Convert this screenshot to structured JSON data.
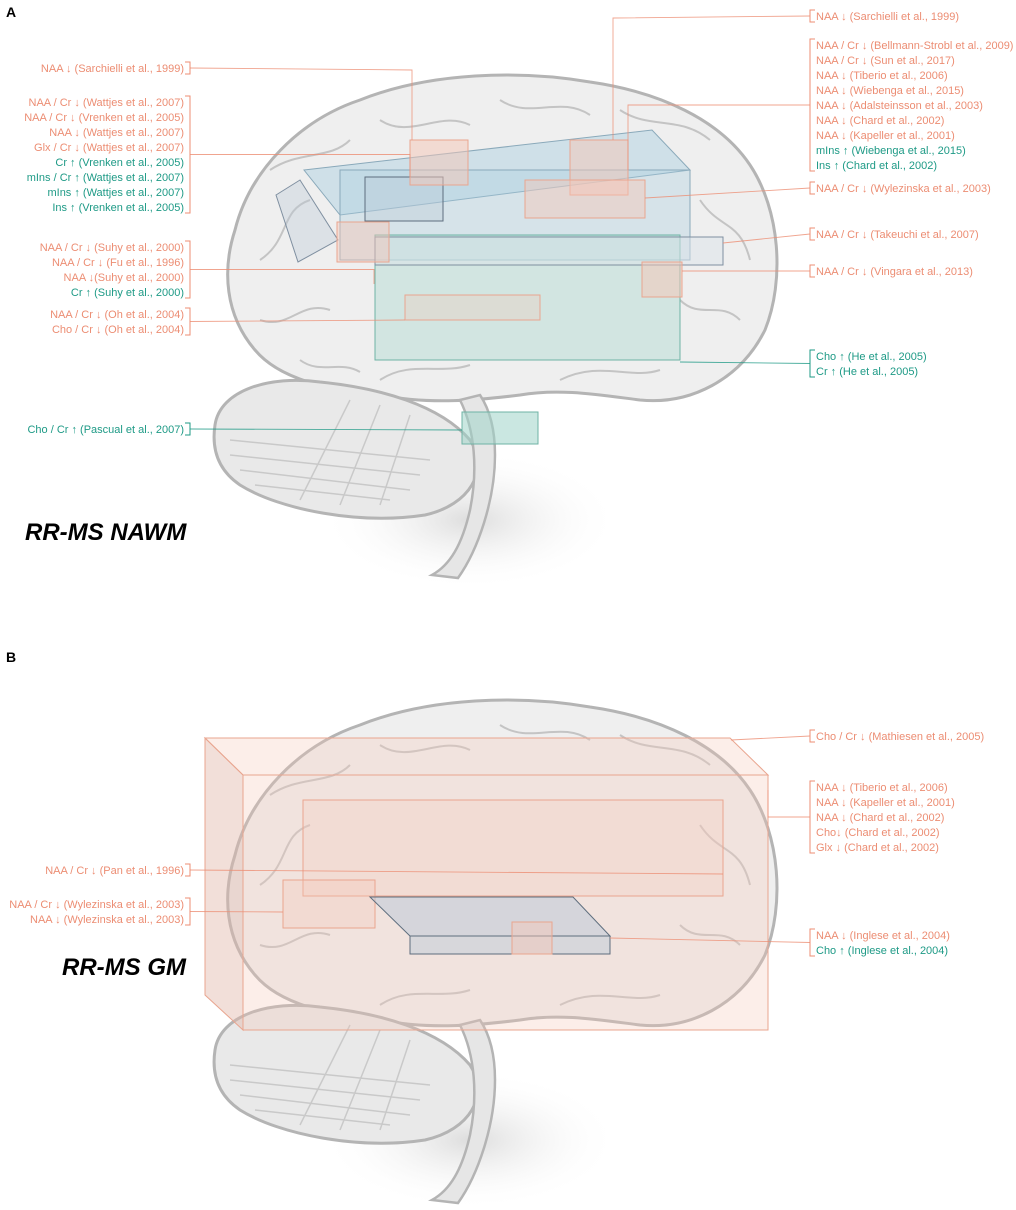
{
  "colors": {
    "decrease": "#EC8D73",
    "increase": "#1E9A86",
    "brain_outline": "#b4b4b4",
    "brain_fill": "#efefef",
    "box_blue": "#a9cfe0",
    "box_teal": "#9fd3c8",
    "box_salmon": "#f6c6b6",
    "box_grey": "#b9c8d8"
  },
  "panels": [
    {
      "letter": "A",
      "caption": "RR-MS NAWM",
      "left_groups": [
        {
          "labels": [
            {
              "text": "NAA ↓ (Sarchielli et al., 1999)",
              "tone": "decrease"
            }
          ]
        },
        {
          "labels": [
            {
              "text": "NAA / Cr ↓ (Wattjes et al., 2007)",
              "tone": "decrease"
            },
            {
              "text": "NAA / Cr ↓ (Vrenken et al., 2005)",
              "tone": "decrease"
            },
            {
              "text": "NAA ↓ (Wattjes et al., 2007)",
              "tone": "decrease"
            },
            {
              "text": "Glx / Cr ↓ (Wattjes et al., 2007)",
              "tone": "decrease"
            },
            {
              "text": "Cr ↑ (Vrenken et al., 2005)",
              "tone": "increase"
            },
            {
              "text": "mIns / Cr ↑ (Wattjes et al., 2007)",
              "tone": "increase"
            },
            {
              "text": "mIns ↑ (Wattjes et al., 2007)",
              "tone": "increase"
            },
            {
              "text": "Ins ↑ (Vrenken et al., 2005)",
              "tone": "increase"
            }
          ]
        },
        {
          "labels": [
            {
              "text": "NAA / Cr ↓ (Suhy et al., 2000)",
              "tone": "decrease"
            },
            {
              "text": "NAA / Cr ↓ (Fu et al., 1996)",
              "tone": "decrease"
            },
            {
              "text": "NAA ↓(Suhy et al., 2000)",
              "tone": "decrease"
            },
            {
              "text": "Cr ↑ (Suhy et al., 2000)",
              "tone": "increase"
            }
          ]
        },
        {
          "labels": [
            {
              "text": "NAA / Cr ↓ (Oh et al., 2004)",
              "tone": "decrease"
            },
            {
              "text": "Cho / Cr ↓ (Oh et al., 2004)",
              "tone": "decrease"
            }
          ]
        },
        {
          "labels": [
            {
              "text": "Cho / Cr ↑ (Pascual et al., 2007)",
              "tone": "increase"
            }
          ]
        }
      ],
      "right_groups": [
        {
          "labels": [
            {
              "text": "NAA ↓ (Sarchielli et al., 1999)",
              "tone": "decrease"
            }
          ]
        },
        {
          "labels": [
            {
              "text": "NAA / Cr ↓ (Bellmann-Strobl et al., 2009)",
              "tone": "decrease"
            },
            {
              "text": "NAA / Cr ↓ (Sun et al., 2017)",
              "tone": "decrease"
            },
            {
              "text": "NAA ↓ (Tiberio et al., 2006)",
              "tone": "decrease"
            },
            {
              "text": "NAA ↓ (Wiebenga et al., 2015)",
              "tone": "decrease"
            },
            {
              "text": "NAA ↓ (Adalsteinsson et al., 2003)",
              "tone": "decrease"
            },
            {
              "text": "NAA ↓ (Chard et al., 2002)",
              "tone": "decrease"
            },
            {
              "text": "NAA ↓ (Kapeller et al., 2001)",
              "tone": "decrease"
            },
            {
              "text": "mIns ↑ (Wiebenga et al., 2015)",
              "tone": "increase"
            },
            {
              "text": "Ins ↑ (Chard et al., 2002)",
              "tone": "increase"
            }
          ]
        },
        {
          "labels": [
            {
              "text": "NAA / Cr ↓ (Wylezinska et al., 2003)",
              "tone": "decrease"
            }
          ]
        },
        {
          "labels": [
            {
              "text": "NAA / Cr ↓ (Takeuchi et al., 2007)",
              "tone": "decrease"
            }
          ]
        },
        {
          "labels": [
            {
              "text": "NAA / Cr ↓ (Vingara et al., 2013)",
              "tone": "decrease"
            }
          ]
        },
        {
          "labels": [
            {
              "text": "Cho ↑ (He et al., 2005)",
              "tone": "increase"
            },
            {
              "text": "Cr ↑ (He et al., 2005)",
              "tone": "increase"
            }
          ]
        }
      ]
    },
    {
      "letter": "B",
      "caption": "RR-MS GM",
      "left_groups": [
        {
          "labels": [
            {
              "text": "NAA / Cr ↓ (Pan et al., 1996)",
              "tone": "decrease"
            }
          ]
        },
        {
          "labels": [
            {
              "text": "NAA / Cr ↓ (Wylezinska et al., 2003)",
              "tone": "decrease"
            },
            {
              "text": "NAA ↓ (Wylezinska et al., 2003)",
              "tone": "decrease"
            }
          ]
        }
      ],
      "right_groups": [
        {
          "labels": [
            {
              "text": "Cho / Cr ↓ (Mathiesen et al., 2005)",
              "tone": "decrease"
            }
          ]
        },
        {
          "labels": [
            {
              "text": "NAA ↓ (Tiberio et al., 2006)",
              "tone": "decrease"
            },
            {
              "text": "NAA ↓ (Kapeller et al., 2001)",
              "tone": "decrease"
            },
            {
              "text": "NAA ↓ (Chard et al., 2002)",
              "tone": "decrease"
            },
            {
              "text": "Cho↓ (Chard et al., 2002)",
              "tone": "decrease"
            },
            {
              "text": "Glx ↓ (Chard et al., 2002)",
              "tone": "decrease"
            }
          ]
        },
        {
          "labels": [
            {
              "text": "NAA ↓ (Inglese et al., 2004)",
              "tone": "decrease"
            },
            {
              "text": "Cho ↑ (Inglese et al., 2004)",
              "tone": "increase"
            }
          ]
        }
      ]
    }
  ]
}
